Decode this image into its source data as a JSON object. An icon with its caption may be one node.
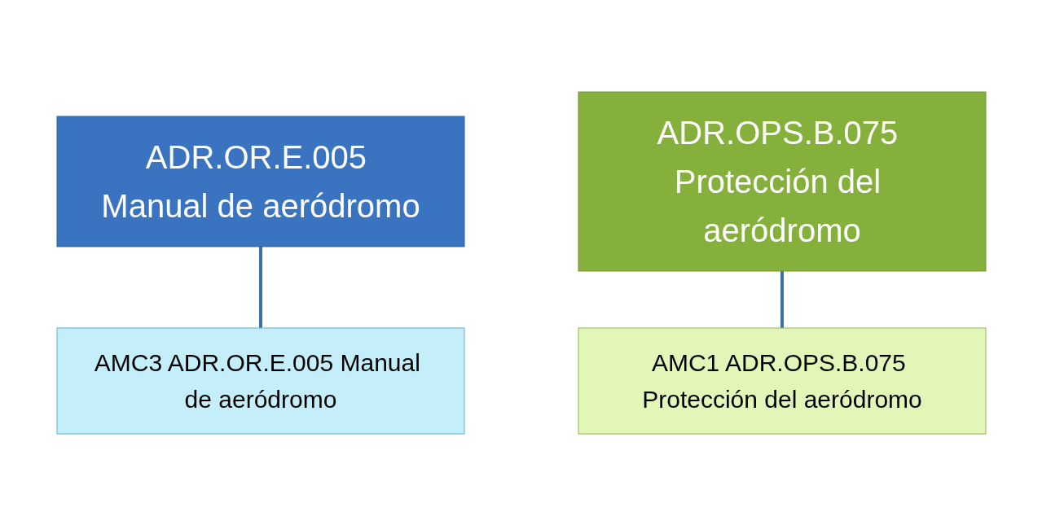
{
  "diagram": {
    "nodes": [
      {
        "text": [
          "ADR.OR.E.005 Manual de aeródromo"
        ]
      },
      {
        "text": [
          "AMC3 ADR.OR.E.005 Manual de aeródromo"
        ]
      },
      {
        "text": [
          "ADR.OPS.B.075 Protección del aeródromo"
        ]
      },
      {
        "text": [
          "AMC1 ADR.OPS.B.075 Protección del aeródromo"
        ]
      }
    ],
    "edges": [
      {
        "from": 0,
        "to": 1,
        "arrow": "none"
      },
      {
        "from": 2,
        "to": 3,
        "arrow": "none"
      }
    ]
  }
}
